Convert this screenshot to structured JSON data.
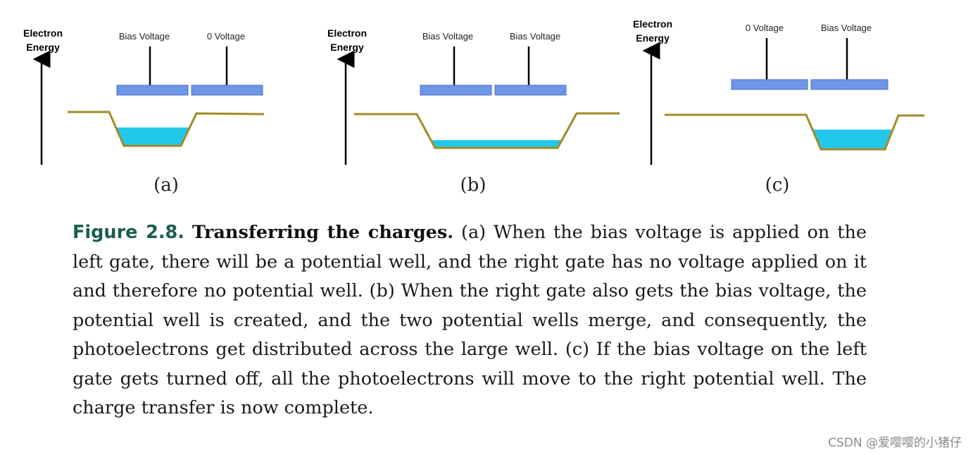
{
  "figure": {
    "colors": {
      "gate": "#6f95e8",
      "gate_border": "#4f73c6",
      "well_outline": "#a28a26",
      "charge": "#22c8ea",
      "axis": "#000000"
    },
    "panels": [
      {
        "id": "a",
        "axis_label": [
          "Electron",
          "Energy"
        ],
        "gate_labels": [
          "Bias Voltage",
          "0 Voltage"
        ],
        "sublabel": "(a)"
      },
      {
        "id": "b",
        "axis_label": [
          "Electron",
          "Energy"
        ],
        "gate_labels": [
          "Bias Voltage",
          "Bias Voltage"
        ],
        "sublabel": "(b)"
      },
      {
        "id": "c",
        "axis_label": [
          "Electron",
          "Energy"
        ],
        "gate_labels": [
          "0 Voltage",
          "Bias Voltage"
        ],
        "sublabel": "(c)"
      }
    ]
  },
  "caption": {
    "label": "Figure 2.8.",
    "title": "Transferring the charges.",
    "text": "(a) When the bias voltage is applied on the left gate, there will be a potential well, and the right gate has no voltage applied on it and therefore no potential well. (b) When the right gate also gets the bias voltage, the potential well is created, and the two potential wells merge, and consequently, the photoelectrons get distributed across the large well.  (c) If the bias voltage on the left gate gets turned off, all the photoelectrons will move to the right potential well. The charge transfer is now complete."
  },
  "watermark": "CSDN @爱嘤嘤的小猪仔"
}
